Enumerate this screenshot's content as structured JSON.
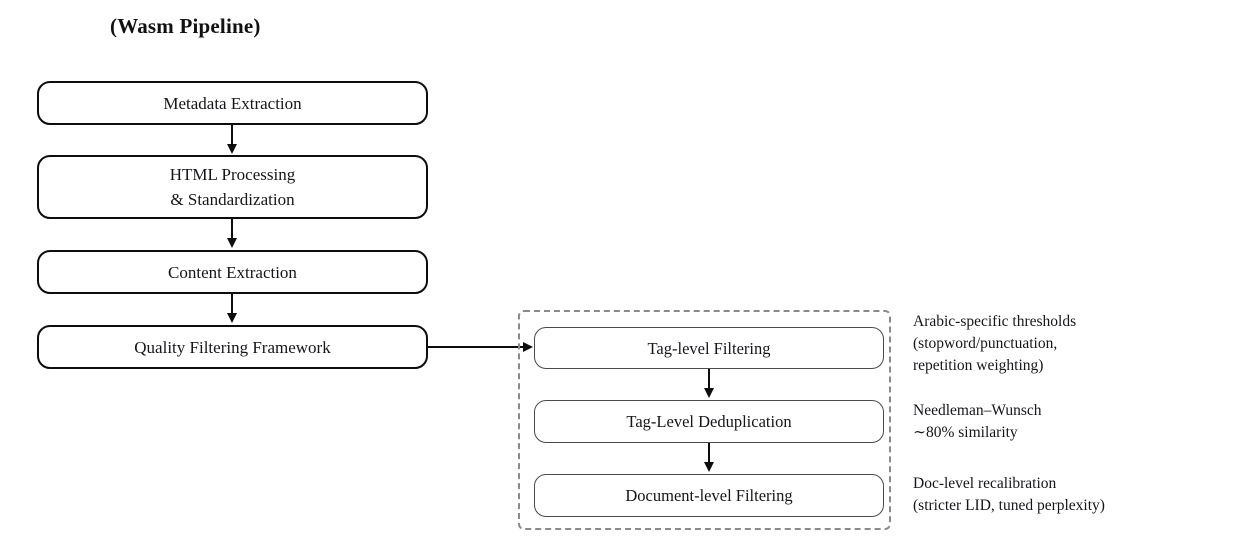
{
  "title": "(Wasm Pipeline)",
  "colors": {
    "primary_stroke": "#0d0d0d",
    "secondary_stroke": "#4a4a4a",
    "group_dashed_stroke": "#8a8a8a",
    "text": "#16161a",
    "background": "#ffffff"
  },
  "main_pipeline": {
    "nodes": [
      {
        "id": "metadata-extraction",
        "label": "Metadata Extraction"
      },
      {
        "id": "html-processing",
        "label": "HTML Processing\n& Standardization"
      },
      {
        "id": "content-extraction",
        "label": "Content Extraction"
      },
      {
        "id": "quality-filtering-framework",
        "label": "Quality Filtering Framework"
      }
    ]
  },
  "filter_group": {
    "nodes": [
      {
        "id": "tag-level-filtering",
        "label": "Tag-level Filtering"
      },
      {
        "id": "tag-level-deduplication",
        "label": "Tag-Level Deduplication"
      },
      {
        "id": "document-level-filtering",
        "label": "Document-level Filtering"
      }
    ]
  },
  "annotations": [
    {
      "id": "tag-level-filtering-note",
      "text": "Arabic-specific thresholds\n(stopword/punctuation,\nrepetition weighting)"
    },
    {
      "id": "tag-level-deduplication-note",
      "text": "Needleman–Wunsch\n∼80% similarity"
    },
    {
      "id": "document-level-filtering-note",
      "text": "Doc-level recalibration\n(stricter LID, tuned perplexity)"
    }
  ]
}
